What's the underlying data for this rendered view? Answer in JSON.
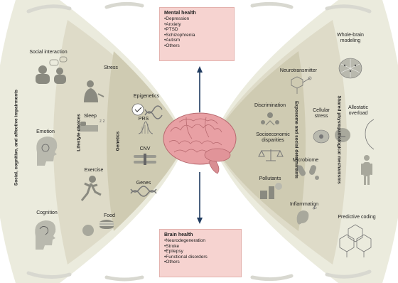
{
  "top_box": {
    "title": "Mental health",
    "items": [
      "Depression",
      "Anxiety",
      "PTSD",
      "Schizophrenia",
      "Autism",
      "Others"
    ]
  },
  "bottom_box": {
    "title": "Brain health",
    "items": [
      "Neurodegeneration",
      "Stroke",
      "Epilepsy",
      "Functional disorders",
      "Others"
    ]
  },
  "left": {
    "outer_label": "Social, cognitive, and affective impairments",
    "outer_items": [
      "Social interaction",
      "Emotion",
      "Cognition"
    ],
    "middle_label": "Lifestyle choices",
    "middle_items": [
      "Stress",
      "Sleep",
      "Exercise",
      "Food"
    ],
    "inner_label": "Genetics",
    "inner_items": [
      "Epigenetics",
      "PRS",
      "CNV",
      "Genes"
    ]
  },
  "right": {
    "inner_label": "Exposome and social determinants",
    "inner_items": [
      "Discrimination",
      "Socioeconomic disparities",
      "Pollutants"
    ],
    "middle_label": "Shared physiopathological mechanisms",
    "middle_items": [
      "Neurotransmitter",
      "Cellular stress",
      "Microbiome",
      "Inflammation"
    ],
    "outer_items": [
      "Whole-brain modeling",
      "Allostatic overload",
      "Predictive coding"
    ]
  },
  "colors": {
    "outer_band": "#ebebdd",
    "middle_band": "#dedbc8",
    "inner_band": "#cfcbb2",
    "box_fill": "#f6d3d0",
    "brain": "#e8a0a4",
    "arrow": "#1f3a5f",
    "icon": "#8a8a80"
  }
}
